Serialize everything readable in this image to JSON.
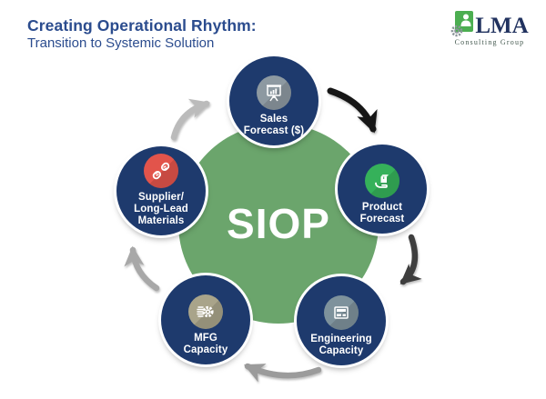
{
  "header": {
    "title": "Creating Operational Rhythm:",
    "subtitle": "Transition to Systemic Solution",
    "title_color": "#2B4C8E"
  },
  "logo": {
    "name": "LMA",
    "tagline": "Consulting Group",
    "icon_green": "#4CAE51",
    "gear_gray": "#8A9499",
    "name_color": "#21325F",
    "tagline_color": "#455A50"
  },
  "diagram": {
    "center_label": "SIOP",
    "center_color": "#6BA56C",
    "node_color": "#1E3A6D",
    "nodes": [
      {
        "id": "sales-forecast",
        "label": "Sales\nForecast ($)",
        "icon": "presentation-chart-icon",
        "icon_color": "#8D99A1"
      },
      {
        "id": "product-forecast",
        "label": "Product\nForecast",
        "icon": "hand-box-icon",
        "icon_color": "#35B15A"
      },
      {
        "id": "engineering-capacity",
        "label": "Engineering\nCapacity",
        "icon": "machine-panel-icon",
        "icon_color": "#7E929C"
      },
      {
        "id": "mfg-capacity",
        "label": "MFG\nCapacity",
        "icon": "gear-icon",
        "icon_color": "#A9A48A"
      },
      {
        "id": "supplier-long-lead",
        "label": "Supplier/\nLong-Lead\nMaterials",
        "icon": "broken-chain-icon",
        "icon_color": "#E2544B"
      }
    ],
    "arrows": [
      {
        "id": "sales-to-product",
        "color": "#161616"
      },
      {
        "id": "product-to-engineering",
        "color": "#3E3E3E"
      },
      {
        "id": "engineering-to-mfg",
        "color": "#9B9B9B"
      },
      {
        "id": "mfg-to-supplier",
        "color": "#A8A8A8"
      },
      {
        "id": "supplier-to-sales",
        "color": "#BBBBBB"
      }
    ]
  }
}
